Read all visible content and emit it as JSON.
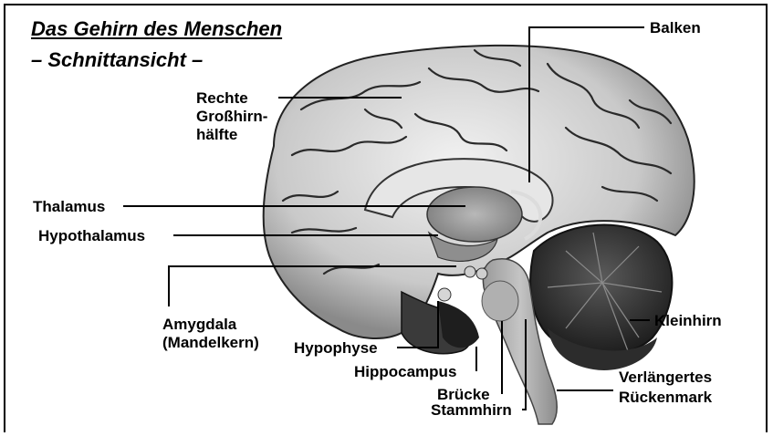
{
  "title": "Das Gehirn des Menschen",
  "subtitle": "– Schnittansicht –",
  "labels": {
    "balken": "Balken",
    "rechte_line1": "Rechte",
    "rechte_line2": "Großhirn-",
    "rechte_line3": "hälfte",
    "thalamus": "Thalamus",
    "hypothalamus": "Hypothalamus",
    "amygdala_line1": "Amygdala",
    "amygdala_line2": "(Mandelkern)",
    "hypophyse": "Hypophyse",
    "hippocampus": "Hippocampus",
    "bruecke": "Brücke",
    "stammhirn": "Stammhirn",
    "kleinhirn": "Kleinhirn",
    "verlaengertes_line1": "Verlängertes",
    "verlaengertes_line2": "Rückenmark"
  }
}
